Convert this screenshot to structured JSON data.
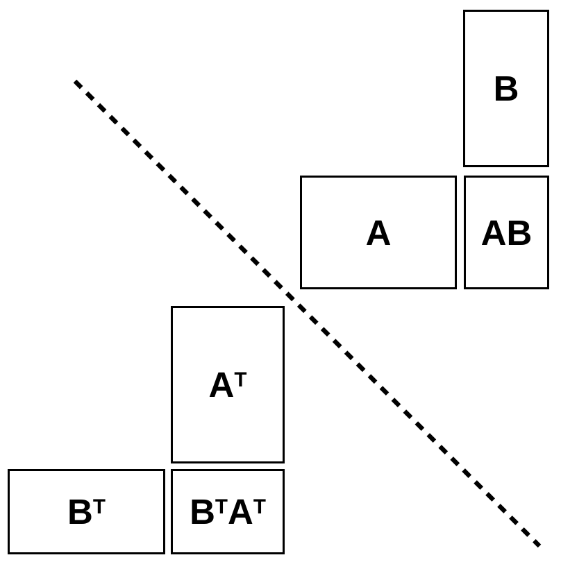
{
  "diagram": {
    "colors": {
      "background": "#ffffff",
      "box_border": "#000000",
      "text": "#000000",
      "diagonal_line": "#000000"
    },
    "diagonal_line_style": "dashed",
    "boxes": {
      "b": {
        "label": "B",
        "base1": "B",
        "sup1": "",
        "base2": "",
        "sup2": ""
      },
      "a": {
        "label": "A",
        "base1": "A",
        "sup1": "",
        "base2": "",
        "sup2": ""
      },
      "ab": {
        "label": "AB",
        "base1": "AB",
        "sup1": "",
        "base2": "",
        "sup2": ""
      },
      "a_t": {
        "label": "Aᵀ",
        "base1": "A",
        "sup1": "T",
        "base2": "",
        "sup2": ""
      },
      "b_t": {
        "label": "Bᵀ",
        "base1": "B",
        "sup1": "T",
        "base2": "",
        "sup2": ""
      },
      "bt_at": {
        "label": "BᵀAᵀ",
        "base1": "B",
        "sup1": "T",
        "base2": "A",
        "sup2": "T"
      }
    }
  }
}
